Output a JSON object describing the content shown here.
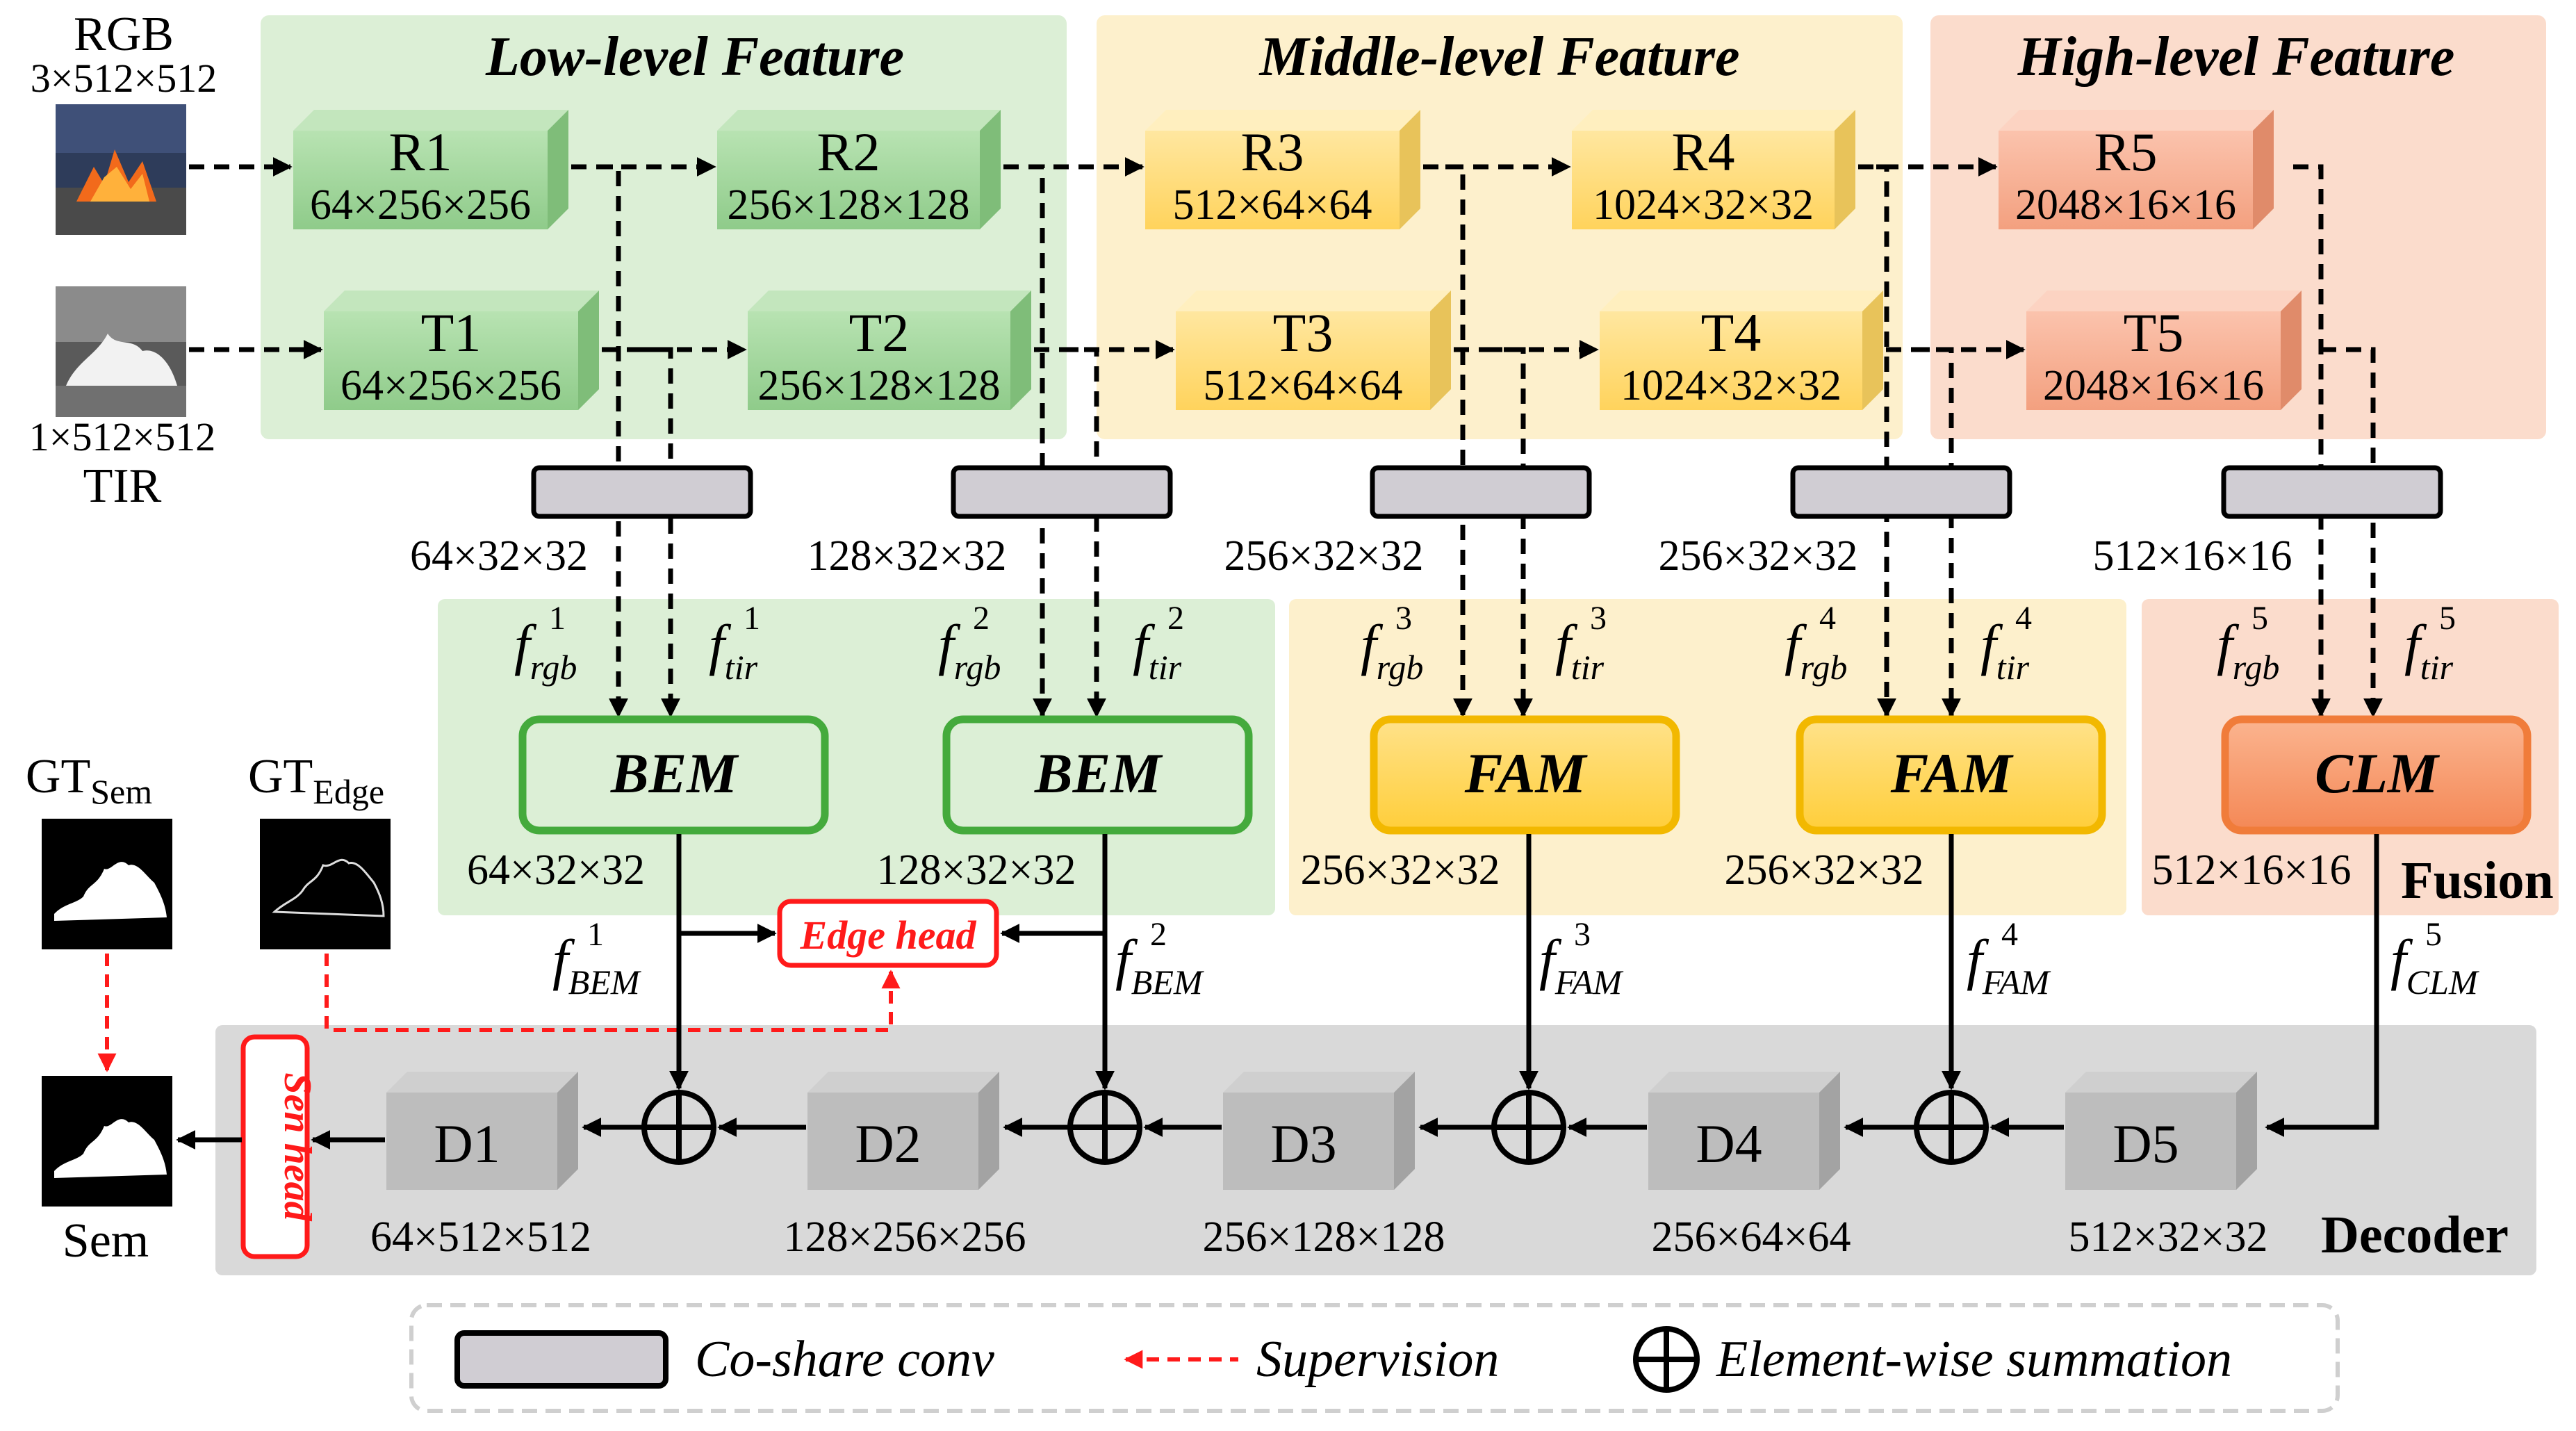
{
  "sections": {
    "low": "Low-level Feature",
    "middle": "Middle-level Feature",
    "high": "High-level Feature"
  },
  "inputs": {
    "rgb_label": "RGB",
    "rgb_dim": "3×512×512",
    "tir_dim": "1×512×512",
    "tir_label": "TIR"
  },
  "rgb_blocks": [
    {
      "name": "R1",
      "dim": "64×256×256"
    },
    {
      "name": "R2",
      "dim": "256×128×128"
    },
    {
      "name": "R3",
      "dim": "512×64×64"
    },
    {
      "name": "R4",
      "dim": "1024×32×32"
    },
    {
      "name": "R5",
      "dim": "2048×16×16"
    }
  ],
  "tir_blocks": [
    {
      "name": "T1",
      "dim": "64×256×256"
    },
    {
      "name": "T2",
      "dim": "256×128×128"
    },
    {
      "name": "T3",
      "dim": "512×64×64"
    },
    {
      "name": "T4",
      "dim": "1024×32×32"
    },
    {
      "name": "T5",
      "dim": "2048×16×16"
    }
  ],
  "coshare_dims": [
    "64×32×32",
    "128×32×32",
    "256×32×32",
    "256×32×32",
    "512×16×16"
  ],
  "feature_symbol": "f",
  "feature_sub_rgb": "rgb",
  "feature_sub_tir": "tir",
  "feature_levels": [
    "1",
    "2",
    "3",
    "4",
    "5"
  ],
  "fusion_modules": [
    {
      "name": "BEM",
      "dim": "64×32×32",
      "out_sub": "BEM"
    },
    {
      "name": "BEM",
      "dim": "128×32×32",
      "out_sub": "BEM"
    },
    {
      "name": "FAM",
      "dim": "256×32×32",
      "out_sub": "FAM"
    },
    {
      "name": "FAM",
      "dim": "256×32×32",
      "out_sub": "FAM"
    },
    {
      "name": "CLM",
      "dim": "512×16×16",
      "out_sub": "CLM"
    }
  ],
  "fusion_label": "Fusion",
  "edge_head": "Edge head",
  "sen_head": "Sen head",
  "gt": {
    "sem_main": "GT",
    "sem_sub": "Sem",
    "edge_main": "GT",
    "edge_sub": "Edge"
  },
  "output_label": "Sem",
  "decoder_blocks": [
    {
      "name": "D1",
      "dim": "64×512×512"
    },
    {
      "name": "D2",
      "dim": "128×256×256"
    },
    {
      "name": "D3",
      "dim": "256×128×128"
    },
    {
      "name": "D4",
      "dim": "256×64×64"
    },
    {
      "name": "D5",
      "dim": "512×32×32"
    }
  ],
  "decoder_label": "Decoder",
  "legend": {
    "coshare": "Co-share conv",
    "supervision": "Supervision",
    "summation": "Element-wise summation"
  },
  "colors": {
    "low_bg": "#dcefd6",
    "mid_bg": "#fdf0cc",
    "high_bg": "#fbdccc",
    "green_block": "#9fd49b",
    "yellow_block": "#ffd978",
    "orange_block": "#f6a98a",
    "decoder_bg": "#d9d9d9",
    "decoder_block": "#b8b8b8",
    "bem_border": "#44aa3c",
    "fam_border": "#f2b800",
    "clm_border": "#f07c3a",
    "red": "#ff1a1a"
  }
}
